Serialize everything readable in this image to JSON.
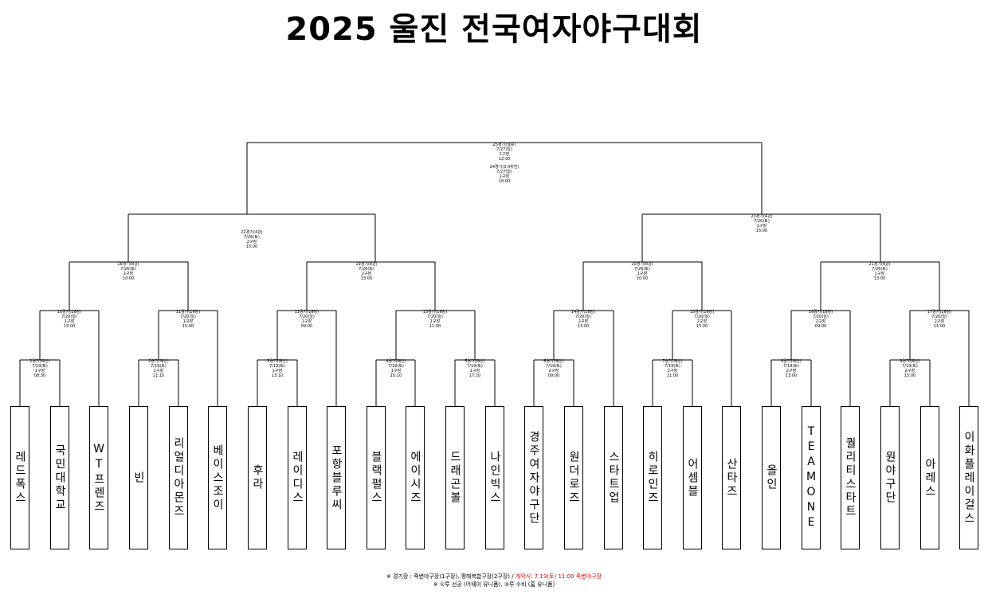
{
  "title": "2025 울진 전국여자야구대회",
  "teams": [
    "레드폭스",
    "국민대학교",
    "WT프렌즈",
    "빈",
    "리얼디아몬즈",
    "베이스조이",
    "후라",
    "레이디스",
    "포항블루씨",
    "블랙펄스",
    "에이시즈",
    "드래곤볼",
    "나인빅스",
    "경주여자야구단",
    "원더로즈",
    "스타트업",
    "히로인즈",
    "어셈블",
    "산타즈",
    "올인",
    "TEAMONE",
    "퀄리티스타트",
    "원야구단",
    "아레스",
    "이화플레이걸스"
  ],
  "matches": [
    {
      "label": "1경기(예선)",
      "date": "7/19(토)",
      "field": "1구장",
      "time": "08:30"
    },
    {
      "label": "2경기(예선)",
      "date": "7/19(토)",
      "field": "1구장",
      "time": "11:10"
    },
    {
      "label": "3경기(예선)",
      "date": "7/19(토)",
      "field": "1구장",
      "time": "13:10"
    },
    {
      "label": "4경기(예선)",
      "date": "7/19(토)",
      "field": "1구장",
      "time": "15:10"
    },
    {
      "label": "5경기(예선)",
      "date": "7/19(토)",
      "field": "1구장",
      "time": "17:10"
    },
    {
      "label": "6경기(예선)",
      "date": "7/19(토)",
      "field": "2구장",
      "time": "09:00"
    },
    {
      "label": "7경기(예선)",
      "date": "7/19(토)",
      "field": "2구장",
      "time": "11:00"
    },
    {
      "label": "8경기(예선)",
      "date": "7/19(토)",
      "field": "2구장",
      "time": "13:00"
    },
    {
      "label": "9경기(예선)",
      "date": "7/19(토)",
      "field": "2구장",
      "time": "15:00"
    },
    {
      "label": "10경기(16강)",
      "date": "7/20(일)",
      "field": "1구장",
      "time": "13:00"
    },
    {
      "label": "11경기(16강)",
      "date": "7/20(일)",
      "field": "1구장",
      "time": "15:00"
    },
    {
      "label": "12경기(16강)",
      "date": "7/20(일)",
      "field": "1구장",
      "time": "09:00"
    },
    {
      "label": "13경기(16강)",
      "date": "7/20(일)",
      "field": "1구장",
      "time": "11:00"
    },
    {
      "label": "14경기(16강)",
      "date": "7/20(일)",
      "field": "2구장",
      "time": "13:00"
    },
    {
      "label": "15경기(16강)",
      "date": "7/20(일)",
      "field": "2구장",
      "time": "15:00"
    },
    {
      "label": "16경기(16강)",
      "date": "7/20(일)",
      "field": "2구장",
      "time": "09:00"
    },
    {
      "label": "17경기(16강)",
      "date": "7/20(일)",
      "field": "2구장",
      "time": "11:00"
    },
    {
      "label": "18경기(8강)",
      "date": "7/26(토)",
      "field": "2구장",
      "time": "10:00"
    },
    {
      "label": "19경기(8강)",
      "date": "7/26(토)",
      "field": "2구장",
      "time": "13:00"
    },
    {
      "label": "20경기(8강)",
      "date": "7/26(토)",
      "field": "1구장",
      "time": "10:00"
    },
    {
      "label": "21경기(8강)",
      "date": "7/26(토)",
      "field": "1구장",
      "time": "13:00"
    },
    {
      "label": "22경기(4강)",
      "date": "7/26(토)",
      "field": "2구장",
      "time": "15:00"
    },
    {
      "label": "23경기(4강)",
      "date": "7/26(토)",
      "field": "1구장",
      "time": "15:00"
    },
    {
      "label": "25경기(결승)",
      "date": "7/27(일)",
      "field": "1구장",
      "time": "12:30"
    },
    {
      "label": "24경기(3,4위전)",
      "date": "7/27(일)",
      "field": "1구장",
      "time": "10:00"
    }
  ],
  "footer": {
    "line1_a": "※ 경기장 : 죽변야구장(1구장), 평해복합구장(2구장) / ",
    "line1_b": "개막식: 7.19(토) 11:00 죽변야구장",
    "line2": "※ ①루 선공 (어웨이 유니폼), ③루 수비 (홈 유니폼)"
  }
}
